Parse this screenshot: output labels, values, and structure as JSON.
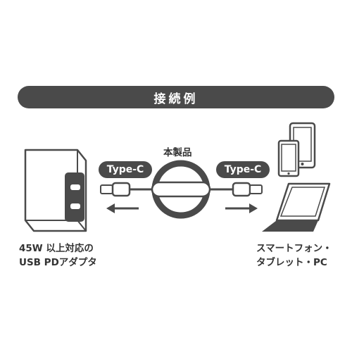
{
  "header": {
    "title": "接続例"
  },
  "product": {
    "label": "本製品"
  },
  "connectors": {
    "left": "Type-C",
    "right": "Type-C"
  },
  "source": {
    "line1": "45W 以上対応の",
    "line2": "USB PDアダプタ"
  },
  "target": {
    "line1": "スマートフォン・",
    "line2": "タブレット・PC"
  },
  "icons": [
    "ac-adapter-icon",
    "retractable-cable-icon",
    "usb-c-plug-icon",
    "smartphone-icon",
    "tablet-icon",
    "laptop-icon",
    "arrow-left-icon",
    "arrow-right-icon"
  ],
  "colors": {
    "dark": "#4a4a4a",
    "accent_white": "#ffffff"
  }
}
